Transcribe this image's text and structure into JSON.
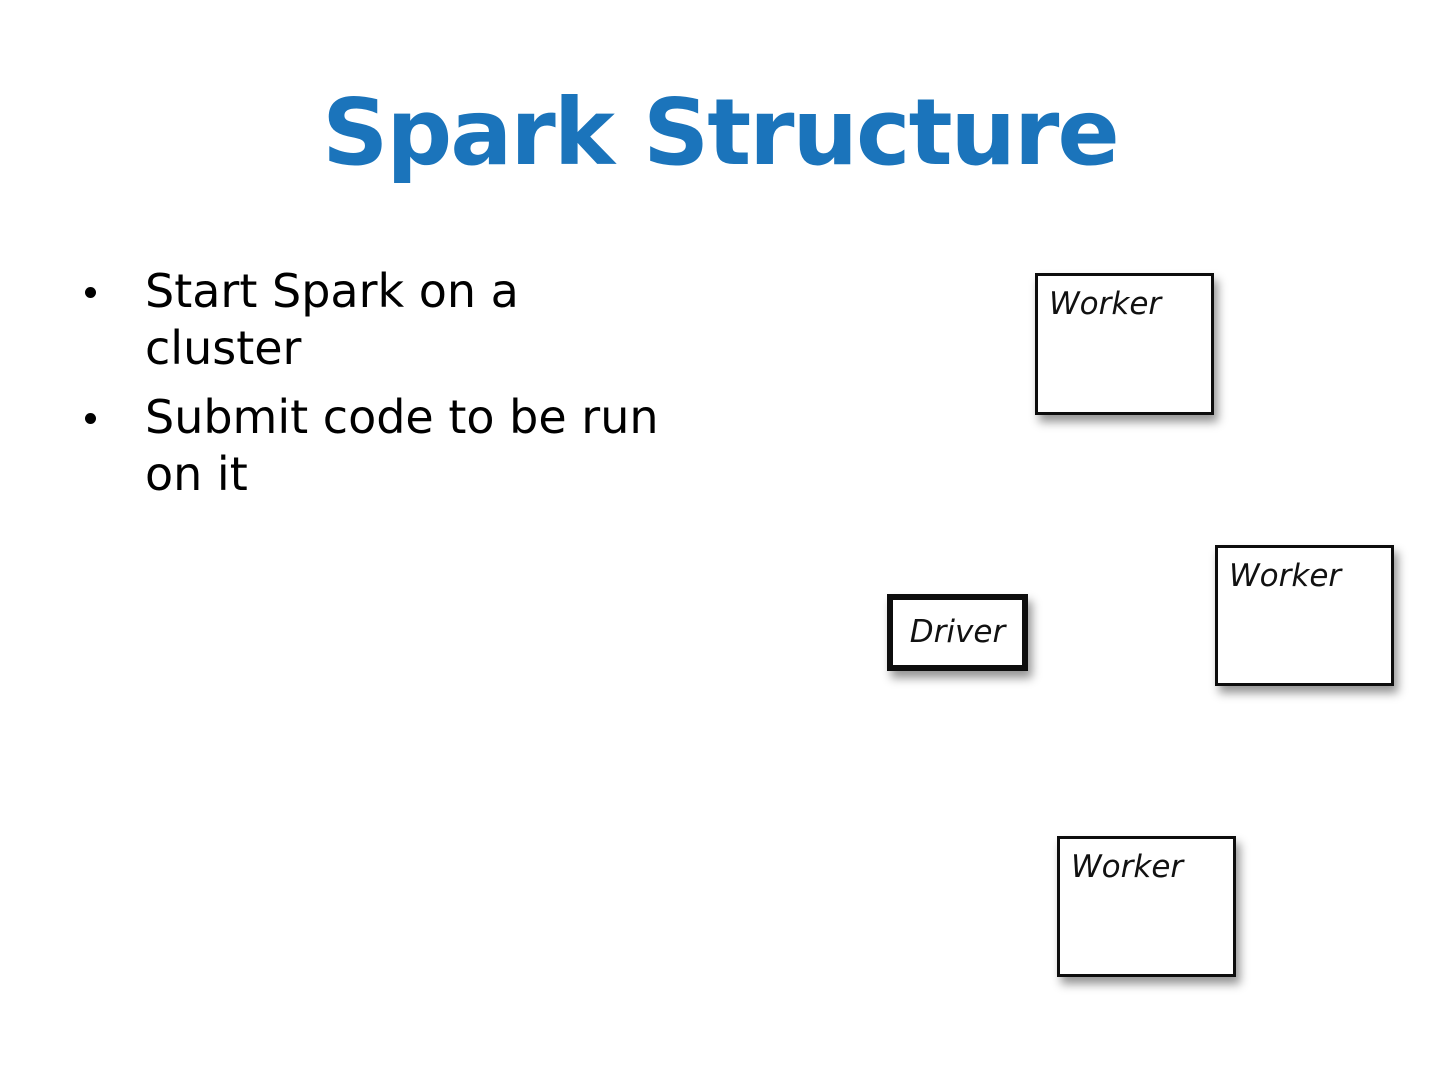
{
  "slide": {
    "title": "Spark Structure",
    "title_color": "#1b74bb",
    "background_color": "#ffffff"
  },
  "bullets": [
    {
      "lines": [
        "Start Spark on a",
        "cluster"
      ]
    },
    {
      "lines": [
        "Submit code to be run",
        "on it"
      ]
    }
  ],
  "diagram": {
    "boxes": [
      {
        "id": "worker-top",
        "label": "Worker"
      },
      {
        "id": "worker-right",
        "label": "Worker"
      },
      {
        "id": "driver",
        "label": "Driver"
      },
      {
        "id": "worker-bottom",
        "label": "Worker"
      }
    ]
  }
}
